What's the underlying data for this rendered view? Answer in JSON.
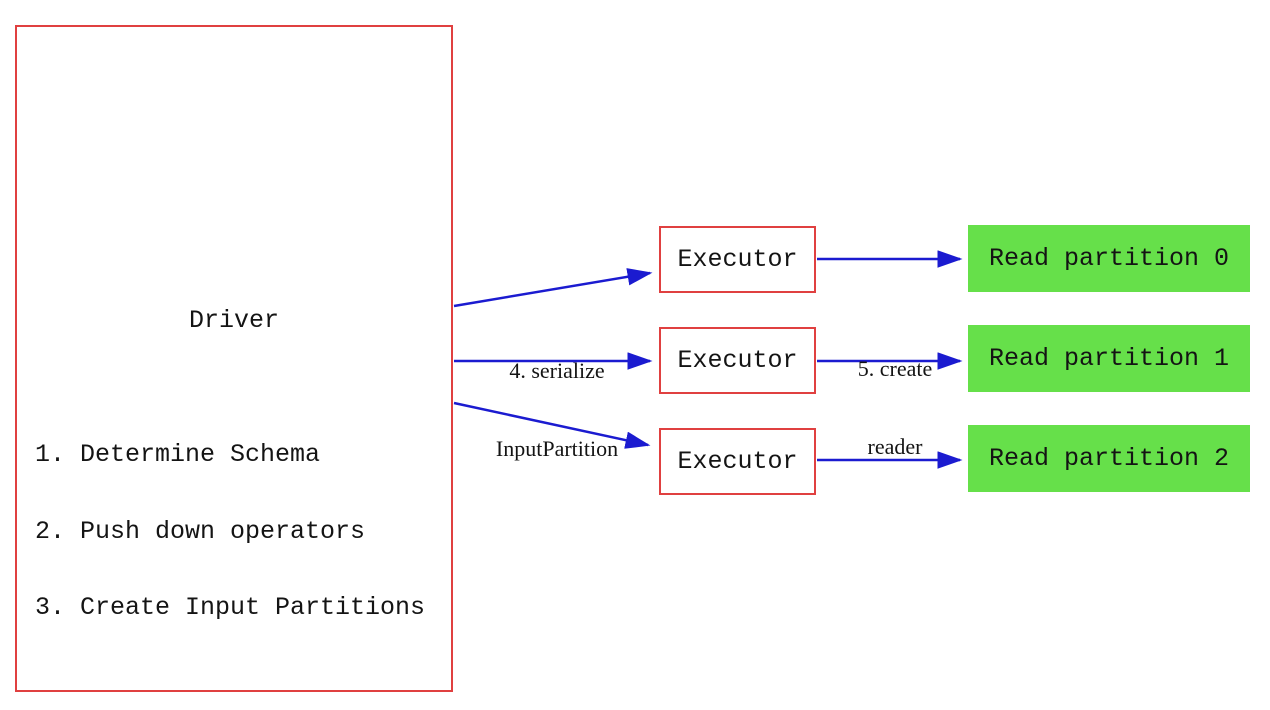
{
  "diagram": {
    "driver": {
      "title": "Driver",
      "steps": [
        "1. Determine Schema",
        "2. Push down operators",
        "3. Create Input Partitions"
      ]
    },
    "executors": [
      {
        "label": "Executor"
      },
      {
        "label": "Executor"
      },
      {
        "label": "Executor"
      }
    ],
    "partitions": [
      {
        "label": "Read partition 0"
      },
      {
        "label": "Read partition 1"
      },
      {
        "label": "Read partition 2"
      }
    ],
    "edge_labels": {
      "serialize": {
        "line1": "4. serialize",
        "line2": "InputPartition"
      },
      "create_reader": {
        "line1": "5. create",
        "line2": "reader"
      }
    },
    "colors": {
      "box_border_red": "#e04040",
      "arrow_blue": "#1b1bd0",
      "partition_green": "#66e04a",
      "text_black": "#141414",
      "background": "#ffffff"
    }
  }
}
